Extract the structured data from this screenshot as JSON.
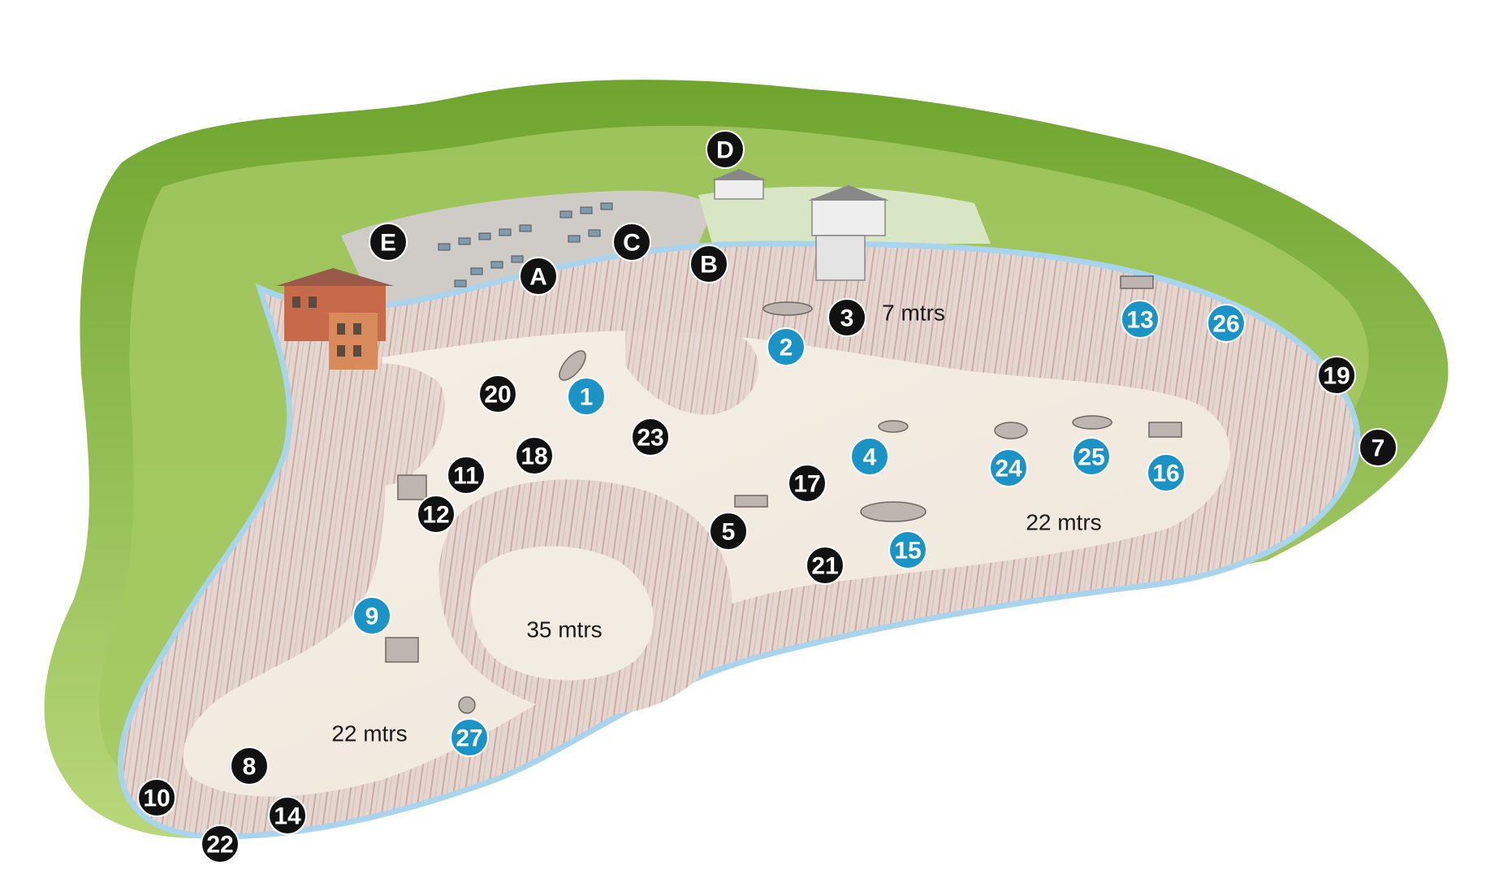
{
  "colors": {
    "attraction_marker": "#1a93c6",
    "facility_marker": "#111111",
    "marker_text": "#ffffff",
    "water_edge": "#a8d4ee",
    "quarry_floor": "#f2ebe1",
    "cliff": "#dcc9c4",
    "vegetation": "#8cbb3f",
    "car_park": "#c9c7c4"
  },
  "depth_labels": [
    {
      "id": "shallow",
      "text": "7 mtrs"
    },
    {
      "id": "main-basin",
      "text": "22 mtrs"
    },
    {
      "id": "deep-hole",
      "text": "35 mtrs"
    },
    {
      "id": "far-end",
      "text": "22 mtrs"
    }
  ],
  "facility_markers": [
    {
      "id": "A",
      "label": "A"
    },
    {
      "id": "B",
      "label": "B"
    },
    {
      "id": "C",
      "label": "C"
    },
    {
      "id": "D",
      "label": "D"
    },
    {
      "id": "E",
      "label": "E"
    }
  ],
  "attraction_markers": [
    {
      "id": "1",
      "label": "1"
    },
    {
      "id": "2",
      "label": "2"
    },
    {
      "id": "4",
      "label": "4"
    },
    {
      "id": "9",
      "label": "9"
    },
    {
      "id": "13",
      "label": "13"
    },
    {
      "id": "15",
      "label": "15"
    },
    {
      "id": "16",
      "label": "16"
    },
    {
      "id": "24",
      "label": "24"
    },
    {
      "id": "25",
      "label": "25"
    },
    {
      "id": "26",
      "label": "26"
    },
    {
      "id": "27",
      "label": "27"
    }
  ],
  "feature_markers": [
    {
      "id": "3",
      "label": "3"
    },
    {
      "id": "5",
      "label": "5"
    },
    {
      "id": "7",
      "label": "7"
    },
    {
      "id": "8",
      "label": "8"
    },
    {
      "id": "10",
      "label": "10"
    },
    {
      "id": "11",
      "label": "11"
    },
    {
      "id": "12",
      "label": "12"
    },
    {
      "id": "14",
      "label": "14"
    },
    {
      "id": "17",
      "label": "17"
    },
    {
      "id": "18",
      "label": "18"
    },
    {
      "id": "19",
      "label": "19"
    },
    {
      "id": "20",
      "label": "20"
    },
    {
      "id": "21",
      "label": "21"
    },
    {
      "id": "22",
      "label": "22"
    },
    {
      "id": "23",
      "label": "23"
    }
  ]
}
